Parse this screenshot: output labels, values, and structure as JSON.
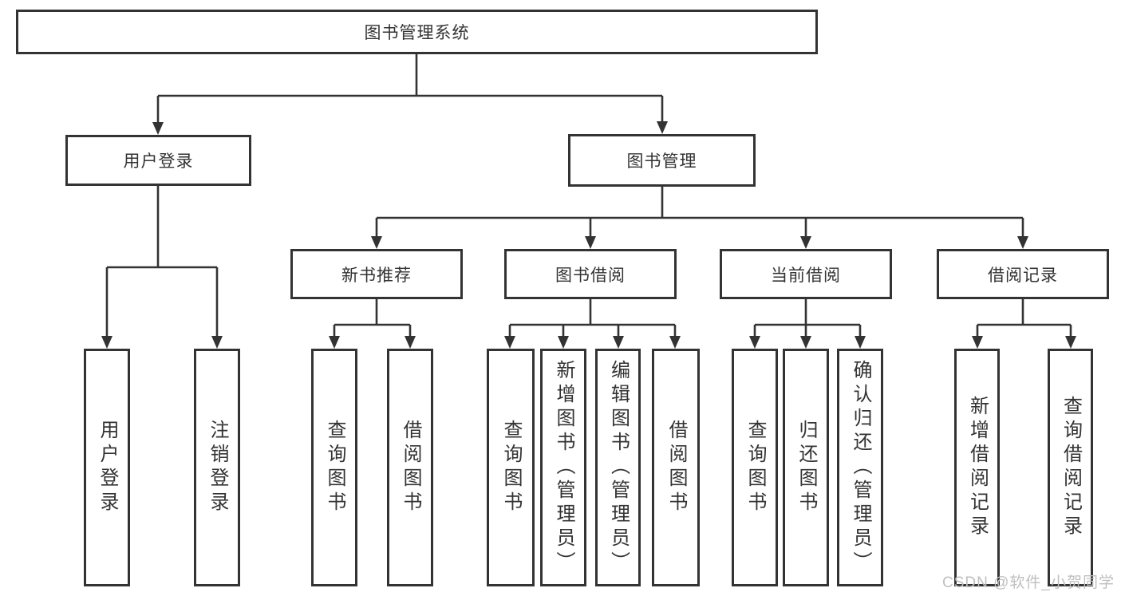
{
  "diagram": {
    "root": {
      "label": "图书管理系统"
    },
    "children": [
      {
        "label": "用户登录",
        "children": [
          {
            "label": "用户登录"
          },
          {
            "label": "注销登录"
          }
        ]
      },
      {
        "label": "图书管理",
        "children": [
          {
            "label": "新书推荐",
            "children": [
              {
                "label": "查询图书"
              },
              {
                "label": "借阅图书"
              }
            ]
          },
          {
            "label": "图书借阅",
            "children": [
              {
                "label": "查询图书"
              },
              {
                "label": "新增图书（管理员）"
              },
              {
                "label": "编辑图书（管理员）"
              },
              {
                "label": "借阅图书"
              }
            ]
          },
          {
            "label": "当前借阅",
            "children": [
              {
                "label": "查询图书"
              },
              {
                "label": "归还图书"
              },
              {
                "label": "确认归还（管理员）"
              }
            ]
          },
          {
            "label": "借阅记录",
            "children": [
              {
                "label": "新增借阅记录"
              },
              {
                "label": "查询借阅记录"
              }
            ]
          }
        ]
      }
    ]
  },
  "watermark": {
    "text": "CSDN @软件_小贺同学"
  },
  "colors": {
    "line": "#333333",
    "text": "#333333",
    "watermark": "#bfbfbf",
    "background": "#ffffff"
  }
}
